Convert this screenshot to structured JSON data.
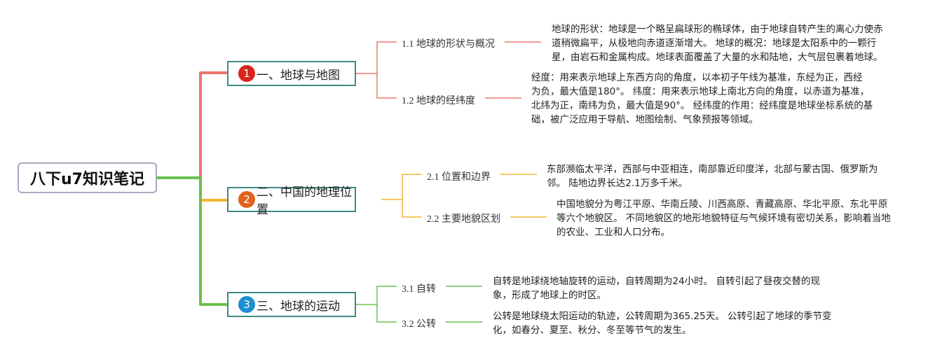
{
  "root": {
    "title": "八下u7知识笔记"
  },
  "branches": [
    {
      "number": "1",
      "title": "一、地球与地图",
      "color": "#e8786a",
      "badge_color": "#d9261c",
      "children": [
        {
          "label": "1.1 地球的形状与概况",
          "note_lines": [
            "地球的形状：地球是一个略呈扁球形的椭球体，由于地球自转产生的离心力使赤",
            "道稍微扁平，从极地向赤道逐渐增大。 地球的概况：地球是太阳系中的一颗行",
            "星，由岩石和金属构成。地球表面覆盖了大量的水和陆地，大气层包裹着地球。"
          ]
        },
        {
          "label": "1.2 地球的经纬度",
          "note_lines": [
            "经度：用来表示地球上东西方向的角度，以本初子午线为基准，东经为正，西经",
            "为负，最大值是180°。 纬度：用来表示地球上南北方向的角度，以赤道为基准，",
            "北纬为正，南纬为负，最大值是90°。 经纬度的作用：经纬度是地球坐标系统的基",
            "础，被广泛应用于导航、地图绘制、气象预报等领域。"
          ]
        }
      ]
    },
    {
      "number": "2",
      "title": "二、中国的地理位置",
      "color": "#f3b536",
      "badge_color": "#e0621c",
      "children": [
        {
          "label": "2.1 位置和边界",
          "note_lines": [
            "东部濒临太平洋，西部与中亚相连，南部靠近印度洋，北部与蒙古国、俄罗斯为",
            "邻。 陆地边界长达2.1万多千米。"
          ]
        },
        {
          "label": "2.2 主要地貌区划",
          "note_lines": [
            "中国地貌分为粤江平原、华南丘陵、川西高原、青藏高原、华北平原、东北平原",
            "等六个地貌区。 不同地貌区的地形地貌特征与气候环境有密切关系，影响着当地",
            "的农业、工业和人口分布。"
          ]
        }
      ]
    },
    {
      "number": "3",
      "title": "三、地球的运动",
      "color": "#6cc04a",
      "badge_color": "#1e8fd0",
      "children": [
        {
          "label": "3.1 自转",
          "note_lines": [
            "自转是地球绕地轴旋转的运动，自转周期为24小时。 自转引起了昼夜交替的现",
            "象，形成了地球上的时区。"
          ]
        },
        {
          "label": "3.2 公转",
          "note_lines": [
            "公转是地球绕太阳运动的轨迹，公转周期为365.25天。 公转引起了地球的季节变",
            "化，如春分、夏至、秋分、冬至等节气的发生。"
          ]
        }
      ]
    }
  ]
}
